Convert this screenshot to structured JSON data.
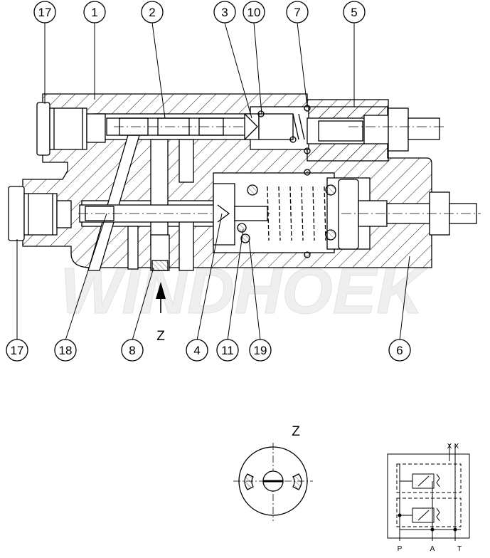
{
  "watermark": "WINDHOEK",
  "callouts_top": [
    "17",
    "1",
    "2",
    "3",
    "10",
    "7",
    "5"
  ],
  "callouts_bottom": [
    "17",
    "18",
    "8",
    "4",
    "11",
    "19",
    "6"
  ],
  "view_arrow_label": "Z",
  "detail_view_label": "Z",
  "schematic": {
    "ports": [
      "P",
      "A",
      "T"
    ],
    "pilot_ports": [
      "X",
      "X"
    ]
  },
  "colors": {
    "line": "#000000",
    "background": "#ffffff",
    "watermark": "#efefef"
  }
}
